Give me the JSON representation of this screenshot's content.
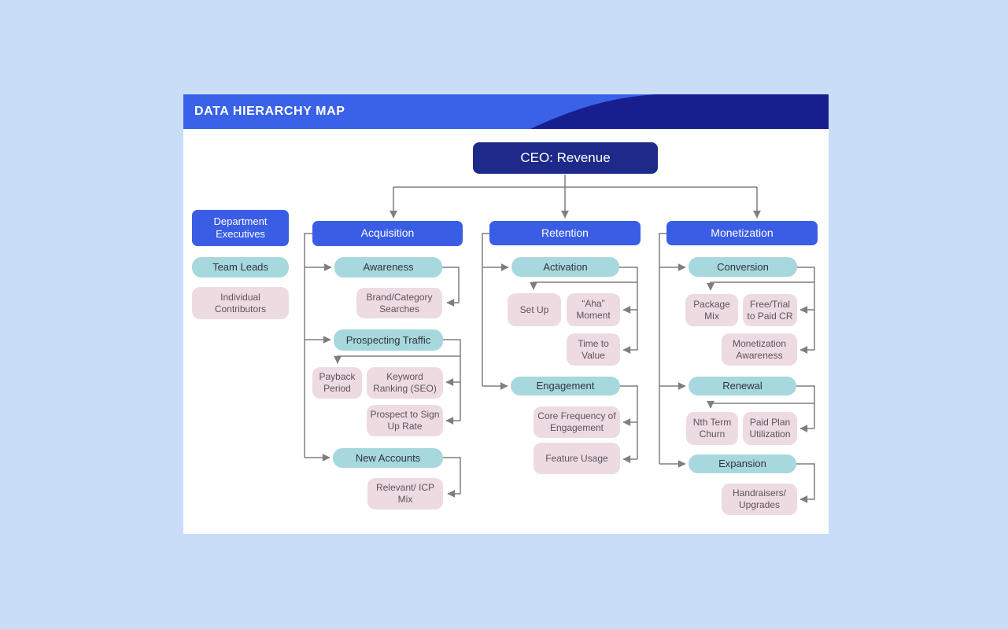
{
  "header": {
    "title": "DATA HIERARCHY MAP"
  },
  "root": {
    "label": "CEO: Revenue"
  },
  "legend": {
    "executives": "Department Executives",
    "team_leads": "Team Leads",
    "individual_contributors": "Individual Contributors"
  },
  "columns": {
    "acquisition": {
      "header": "Acquisition",
      "awareness": "Awareness",
      "brand_category_searches": "Brand/Category Searches",
      "prospecting_traffic": "Prospecting Traffic",
      "payback_period": "Payback Period",
      "keyword_ranking_seo": "Keyword Ranking (SEO)",
      "prospect_to_sign_up_rate": "Prospect to Sign Up Rate",
      "new_accounts": "New Accounts",
      "relevant_icp_mix": "Relevant/ ICP Mix"
    },
    "retention": {
      "header": "Retention",
      "activation": "Activation",
      "set_up": "Set Up",
      "aha_moment": "“Aha” Moment",
      "time_to_value": "Time to Value",
      "engagement": "Engagement",
      "core_frequency_of_engagement": "Core Frequency of Engagement",
      "feature_usage": "Feature Usage"
    },
    "monetization": {
      "header": "Monetization",
      "conversion": "Conversion",
      "package_mix": "Package Mix",
      "free_trial_to_paid_cr": "Free/Trial to Paid CR",
      "monetization_awareness": "Monetization Awareness",
      "renewal": "Renewal",
      "nth_term_churn": "Nth Term Churn",
      "paid_plan_utilization": "Paid Plan Utilization",
      "expansion": "Expansion",
      "handraisers_upgrades": "Handraisers/ Upgrades"
    }
  },
  "colors": {
    "page_background": "#c9ddf8",
    "card_background": "#ffffff",
    "header_blue": "#3a62e8",
    "header_navy": "#171f8e",
    "root_navy": "#1d2a8a",
    "executive_blue": "#3a5de6",
    "team_lead_teal": "#a6d8de",
    "individual_pink": "#eedbe2",
    "connector_gray": "#7e7e7e"
  }
}
